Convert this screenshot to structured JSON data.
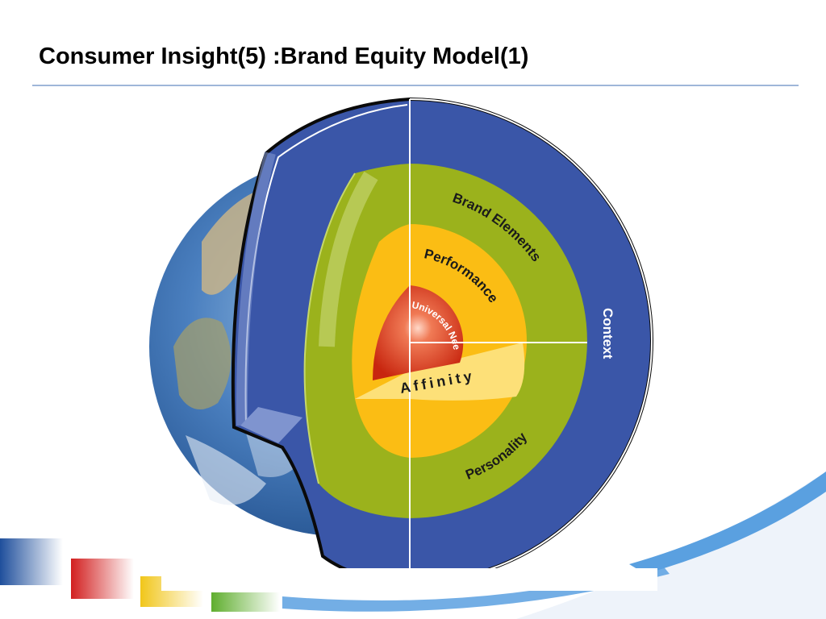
{
  "slide": {
    "title": "Consumer Insight(5) :Brand Equity Model(1)"
  },
  "diagram": {
    "layers": {
      "context": "Context",
      "brand_elements": "Brand Elements",
      "performance": "Performance",
      "personality": "Personality",
      "affinity": "Affinity",
      "universal_needs": "Universal Needs"
    },
    "colors": {
      "context": "#3a56a8",
      "brand_elements": "#9bb21c",
      "performance": "#fbbd14",
      "affinity": "#fde078",
      "universal_needs": "#d83a1c",
      "earth_ocean": "#2f67a6",
      "earth_land": "#c8b48a"
    }
  },
  "decor": {
    "stripe_colors": [
      "#1f4f9c",
      "#d21f1f",
      "#f1c61a",
      "#5fae2e",
      "#5aa0e0"
    ]
  }
}
